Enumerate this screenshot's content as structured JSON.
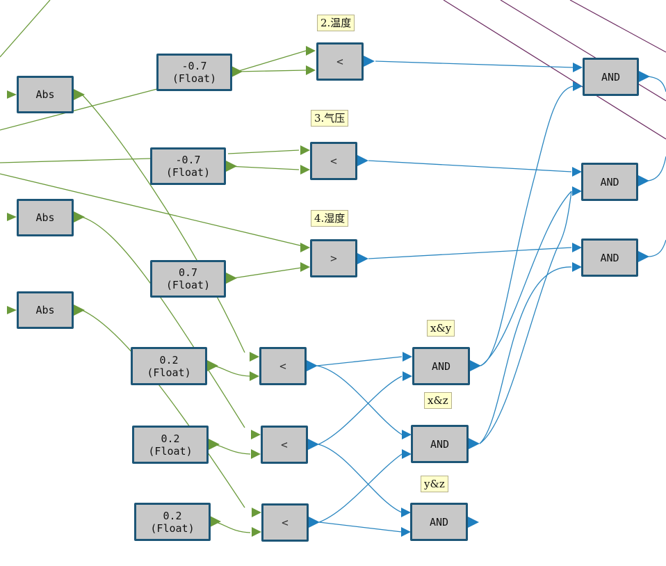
{
  "nodes": {
    "abs1": "Abs",
    "abs2": "Abs",
    "abs3": "Abs",
    "float1": {
      "value": "-0.7",
      "type": "(Float)"
    },
    "float2": {
      "value": "-0.7",
      "type": "(Float)"
    },
    "float3": {
      "value": "0.7",
      "type": "(Float)"
    },
    "float4": {
      "value": "0.2",
      "type": "(Float)"
    },
    "float5": {
      "value": "0.2",
      "type": "(Float)"
    },
    "float6": {
      "value": "0.2",
      "type": "(Float)"
    },
    "cmp_temp": "<",
    "cmp_pressure": "<",
    "cmp_humidity": ">",
    "cmp4": "<",
    "cmp5": "<",
    "cmp6": "<",
    "and_xy": "AND",
    "and_xz": "AND",
    "and_yz": "AND",
    "and_r1": "AND",
    "and_r2": "AND",
    "and_r3": "AND"
  },
  "labels": {
    "temp": "2.温度",
    "pressure": "3.气压",
    "humidity": "4.湿度",
    "xy": "x&y",
    "xz": "x&z",
    "yz": "y&z"
  },
  "colors": {
    "green_wire": "#6a9a3a",
    "blue_wire": "#2a86c0",
    "purple_wire": "#6b2a60",
    "node_fill": "#c8c8c8",
    "node_border": "#1d5677",
    "label_fill": "#ffffcc"
  }
}
